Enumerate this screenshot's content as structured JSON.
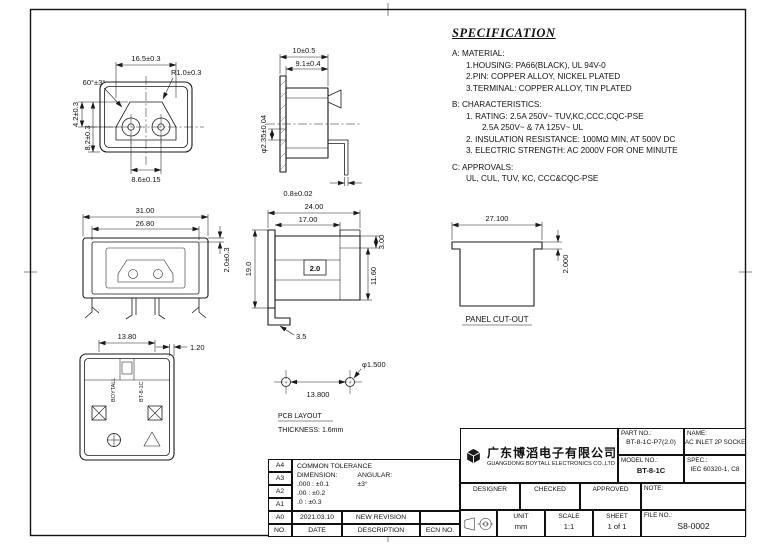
{
  "colors": {
    "line": "#1a1a1a",
    "paper": "#ffffff"
  },
  "spec": {
    "title": "SPECIFICATION",
    "a_label": "A: MATERIAL:",
    "a1": "1.HOUSING: PA66(BLACK), UL 94V-0",
    "a2": "2.PIN: COPPER ALLOY, NICKEL PLATED",
    "a3": "3.TERMINAL: COPPER ALLOY, TIN PLATED",
    "b_label": "B: CHARACTERISTICS:",
    "b1": "1. RATING: 2.5A 250V~ TUV,KC,CCC,CQC-PSE",
    "b1b": "2.5A 250V~ & 7A 125V~ UL",
    "b2": "2. INSULATION RESISTANCE: 100MΩ MIN, AT 500V DC",
    "b3": "3. ELECTRIC STRENGTH: AC 2000V FOR ONE MINUTE",
    "c_label": "C: APPROVALS:",
    "c1": "UL, CUL, TUV, KC, CCC&CQC-PSE"
  },
  "views": {
    "front": {
      "dim_width": "16.5±0.3",
      "dim_angle": "60°±3°",
      "dim_radius": "R1.0±0.3",
      "dim_h1": "4.2±0.3",
      "dim_h2": "8.2±0.3",
      "dim_pin": "8.6±0.15"
    },
    "side": {
      "dim_depth": "10±0.5",
      "dim_depth2": "9.1±0.4",
      "dim_pin_dia": "φ2.35±0.04",
      "dim_thk": "0.8±0.02"
    },
    "rear": {
      "dim_w1": "31.00",
      "dim_w2": "26.80",
      "dim_t": "2.0±0.3"
    },
    "profile": {
      "dim_w1": "24.00",
      "dim_w2": "17.00",
      "dim_h1": "3.00",
      "dim_h2": "19.0",
      "dim_h3": "11.60",
      "dim_box": "2.0",
      "dim_foot": "3.5"
    },
    "cutout": {
      "label": "PANEL CUT-OUT",
      "dim_w": "27.100",
      "dim_h": "2.000"
    },
    "bottom": {
      "dim_w": "13.80",
      "dim_t": "1.20",
      "brand": "BOYTALL",
      "model": "BT-8-1C"
    },
    "pcb": {
      "label": "PCB LAYOUT",
      "thickness": "THICKNESS: 1.6mm",
      "dim_spacing": "13.800",
      "dim_hole": "φ1.500"
    }
  },
  "tb": {
    "company_cn": "广东博滔电子有限公司",
    "company_en": "GUANGDONG BOYTALL ELECTRONICS CO.,LTD",
    "part_no_label": "PART NO.:",
    "part_no": "BT-8-1C-P7(2.0)",
    "name_label": "NAME:",
    "name": "AC INLET 2P SOCKET",
    "model_label": "MODEL NO.:",
    "model": "BT-8-1C",
    "spec_label": "SPEC.:",
    "spec": "IEC 60320-1, C8",
    "designer": "DESIGNER",
    "checked": "CHECKED",
    "approved": "APPROVED",
    "note_label": "NOTE:",
    "unit_label": "UNIT",
    "unit": "mm",
    "scale_label": "SCALE",
    "scale": "1:1",
    "sheet_label": "SHEET",
    "sheet": "1 of 1",
    "file_label": "FILE NO.:",
    "file_no": "S8-0002"
  },
  "tol": {
    "title": "COMMON TOLERANCE",
    "dim_label": "DIMENSION:",
    "ang_label": "ANGULAR:",
    "ang_val": "±3°",
    "r1": ".000 : ±0.1",
    "r2": ".00  : ±0.2",
    "r3": ".0   : ±0.3"
  },
  "rev": {
    "r1": "A4",
    "r2": "A3",
    "r3": "A2",
    "r4": "A1",
    "r5": "A0",
    "date": "2021.03.10",
    "desc": "NEW REVISION",
    "no": "NO.",
    "h_date": "DATE",
    "h_desc": "DESCRIPTION",
    "h_ecn": "ECN NO."
  }
}
